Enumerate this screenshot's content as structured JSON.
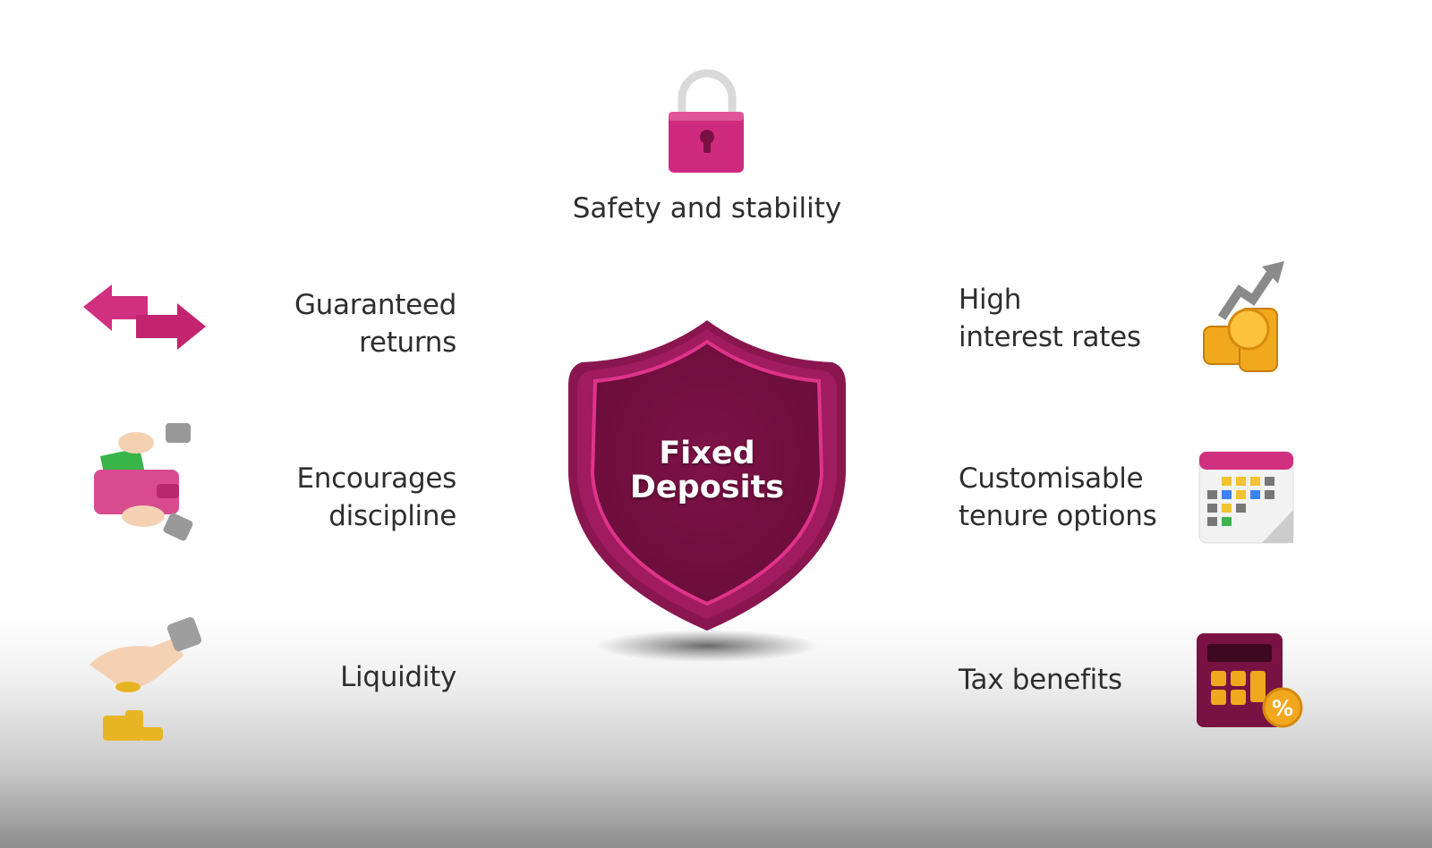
{
  "center": {
    "line1": "Fixed",
    "line2": "Deposits"
  },
  "top": {
    "label": "Safety and stability",
    "icon": "padlock-icon"
  },
  "left": [
    {
      "lines": [
        "Guaranteed",
        "returns"
      ],
      "icon": "exchange-arrows-icon"
    },
    {
      "lines": [
        "Encourages",
        "discipline"
      ],
      "icon": "wallet-hands-icon"
    },
    {
      "lines": [
        "Liquidity"
      ],
      "icon": "hand-coins-icon"
    }
  ],
  "right": [
    {
      "lines": [
        "High",
        "interest rates"
      ],
      "icon": "coins-growth-icon"
    },
    {
      "lines": [
        "Customisable",
        "tenure options"
      ],
      "icon": "calendar-icon"
    },
    {
      "lines": [
        "Tax benefits"
      ],
      "icon": "calculator-icon"
    }
  ],
  "colors": {
    "brand": "#7a1143",
    "accent": "#d81b7a",
    "coin": "#f2a81d"
  }
}
